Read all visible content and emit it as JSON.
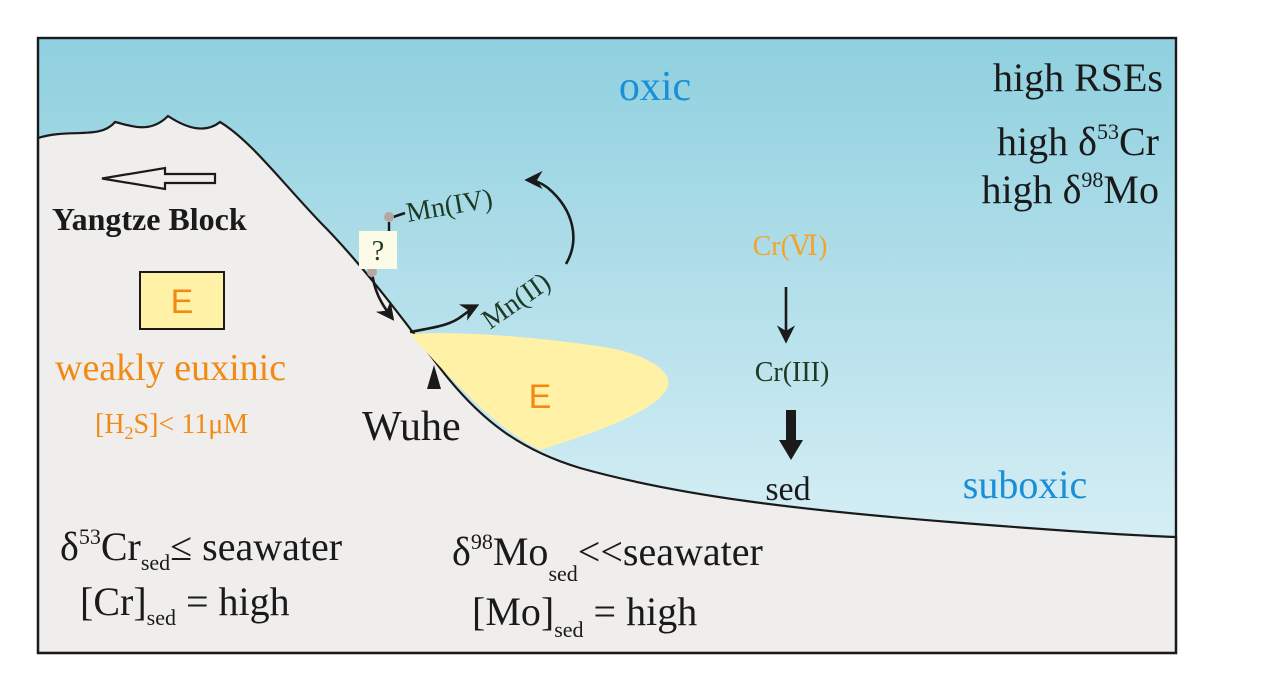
{
  "labels": {
    "oxic": "oxic",
    "suboxic": "suboxic",
    "yangtze_block": "Yangtze Block",
    "wuhe": "Wuhe",
    "weakly_euxinic": "weakly euxinic",
    "zone_box": "E",
    "zone_plume": "E",
    "question_mark": "?",
    "sed": "sed"
  },
  "h2s": {
    "open": "[H",
    "sub": "2",
    "close": "S]< 11μM"
  },
  "species": {
    "mn_iv": "Mn(IV)",
    "mn_ii": "Mn(II)",
    "cr_vi": "Cr(Ⅵ)",
    "cr_iii": "Cr(III)"
  },
  "top_right": {
    "line1": "high RSEs",
    "line2_prefix": "high δ",
    "line2_sup": "53",
    "line2_suffix": "Cr",
    "line3_prefix": "high δ",
    "line3_sup": "98",
    "line3_suffix": "Mo"
  },
  "cr_sed": {
    "delta": "δ",
    "sup": "53",
    "element": "Cr",
    "sub": "sed",
    "relation": "≤ seawater",
    "conc_open": "[Cr]",
    "conc_sub": "sed",
    "conc_value": " = high"
  },
  "mo_sed": {
    "delta": "δ",
    "sup": "98",
    "element": "Mo",
    "sub": "sed",
    "relation": "<<seawater",
    "conc_open": "[Mo]",
    "conc_sub": "sed",
    "conc_value": " = high"
  },
  "colors": {
    "sea_top": "#8fd0df",
    "sea_bottom": "#e6f5fa",
    "land": "#efeeec",
    "euxinic_fill": "#fff2a6",
    "orange_text": "#f08a14",
    "blue_text": "#1a8fd6",
    "dark_green_text": "#1e3a22",
    "cr_vi_text": "#f2a52e",
    "black": "#1a1a1a"
  }
}
